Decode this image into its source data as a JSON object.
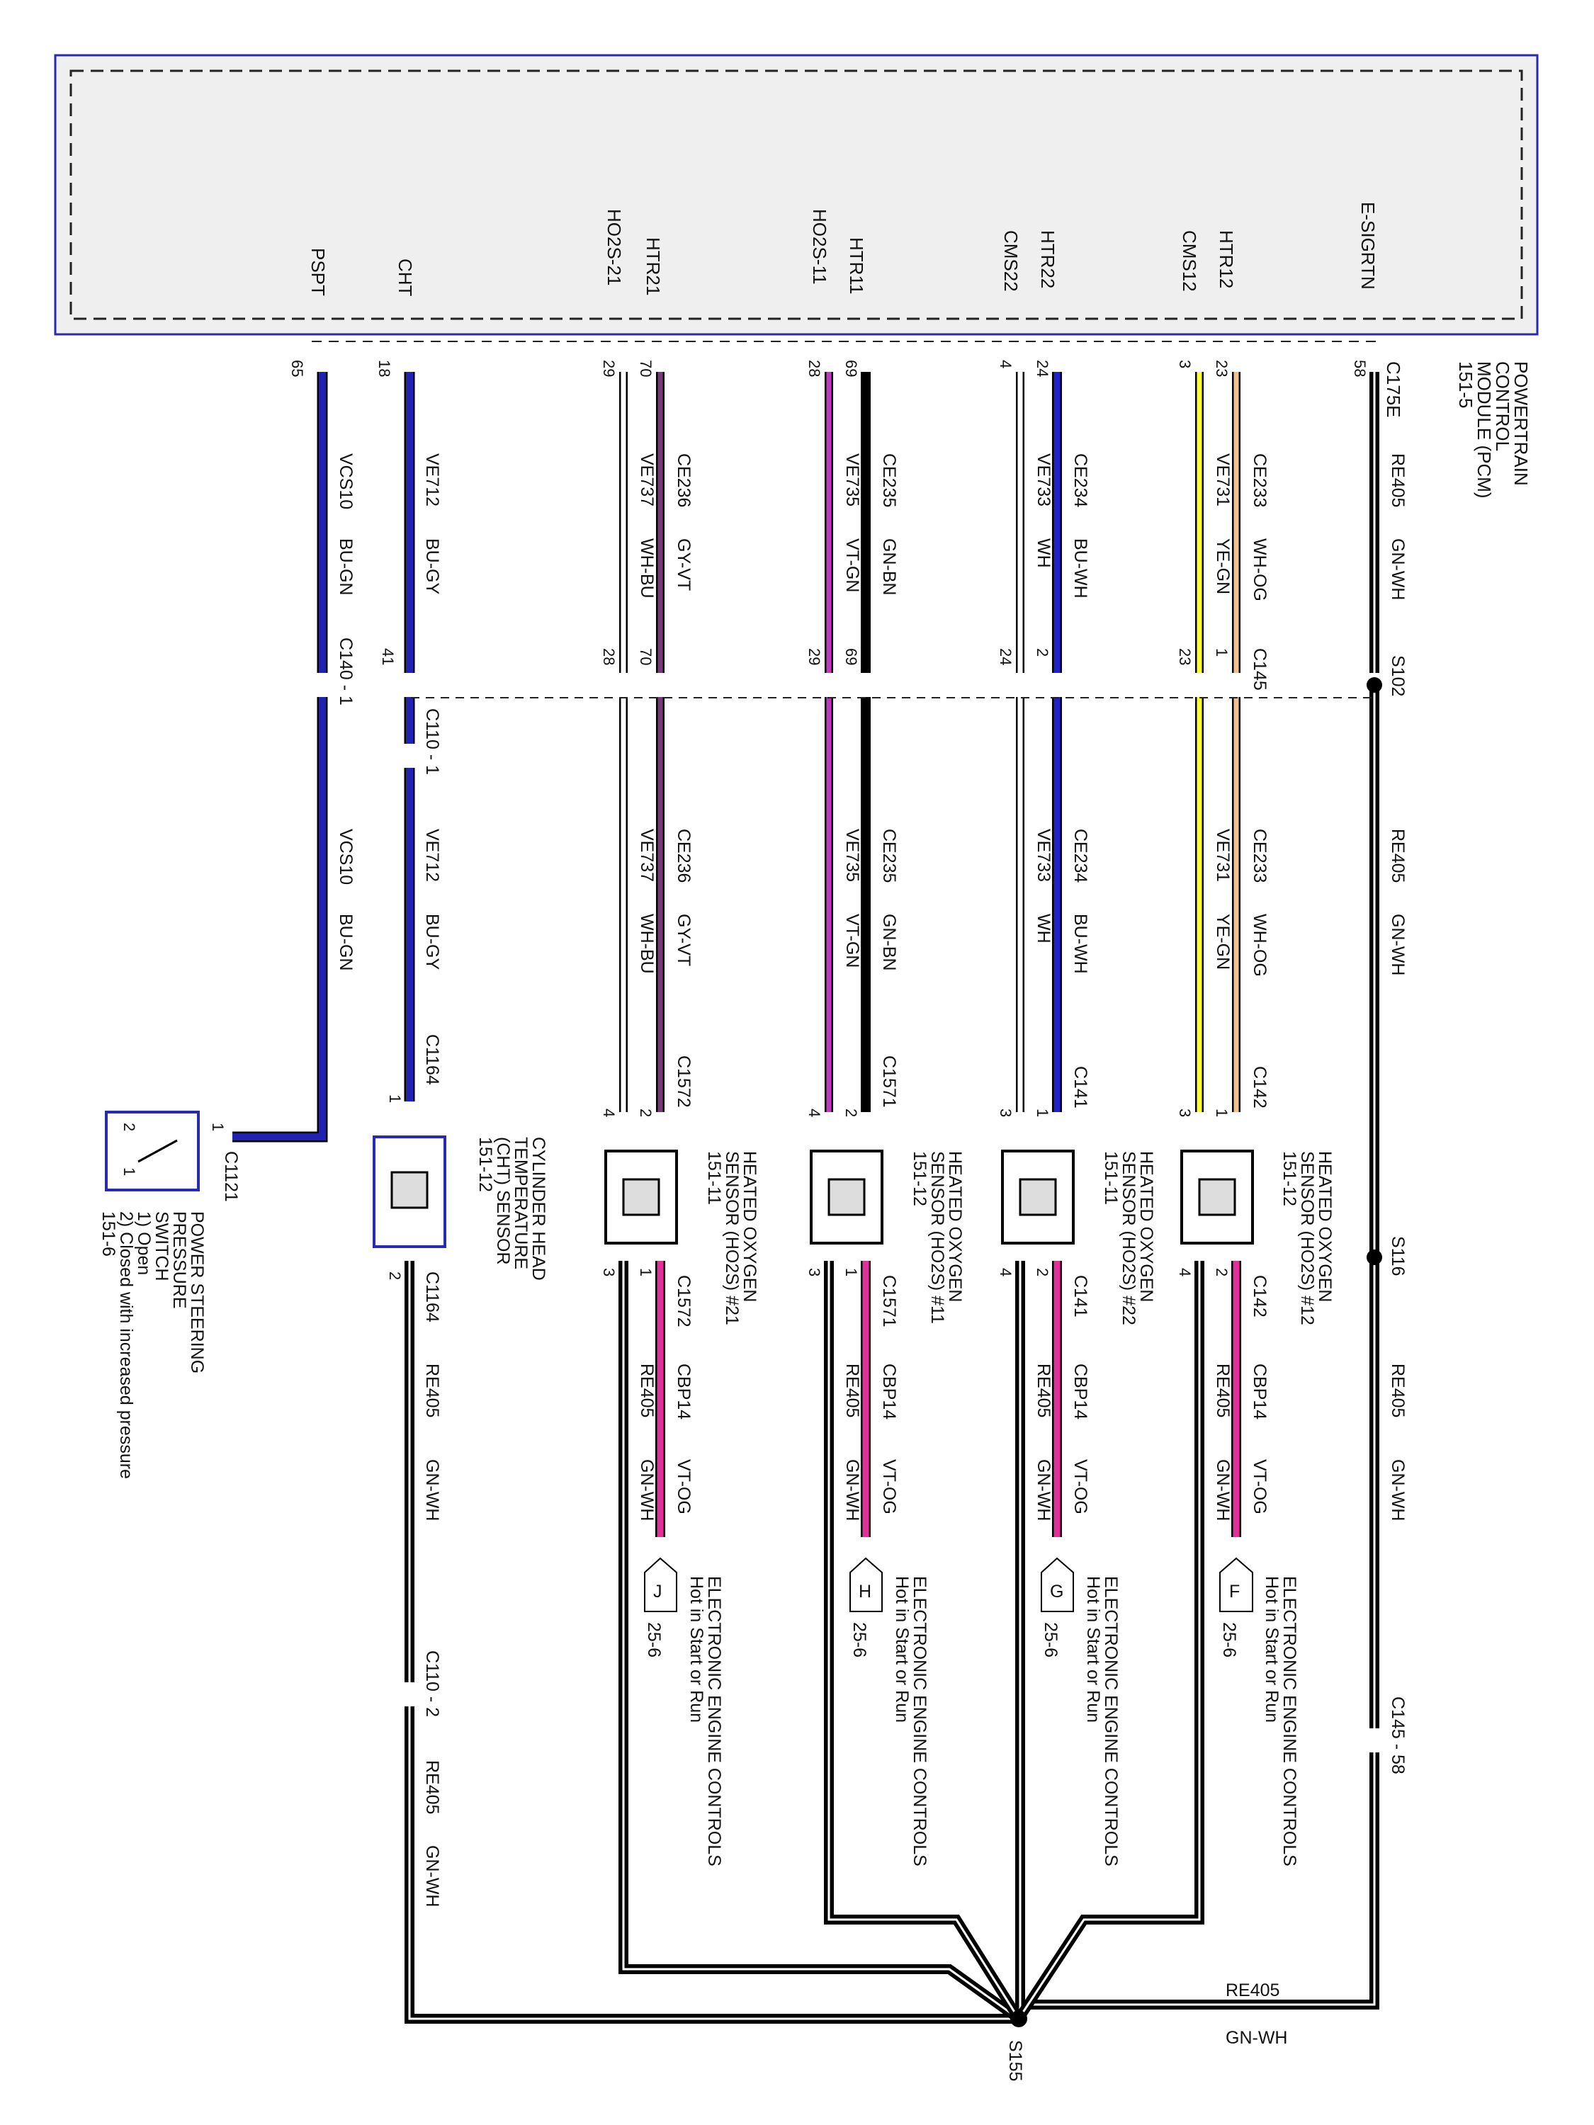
{
  "pcm": {
    "label_lines": [
      "POWERTRAIN",
      "CONTROL",
      "MODULE (PCM)",
      "151-5"
    ],
    "connector": "C175E",
    "signals": {
      "pspt": "PSPT",
      "cht": "CHT",
      "ho2s21": "HO2S-21",
      "htr21": "HTR21",
      "ho2s11": "HO2S-11",
      "htr11": "HTR11",
      "cms22": "CMS22",
      "htr22": "HTR22",
      "cms12": "CMS12",
      "htr12": "HTR12",
      "esigrtn": "E-SIGRTN"
    },
    "pins": {
      "pspt": "65",
      "cht": "18",
      "ho2s21": "29",
      "htr21": "70",
      "ho2s11": "28",
      "htr11": "69",
      "cms22": "4",
      "htr22": "24",
      "cms12": "3",
      "htr12": "23",
      "esigrtn": "58"
    }
  },
  "wires": {
    "vcs10": {
      "circuit": "VCS10",
      "color": "BU-GN",
      "hex": "#2222b0"
    },
    "ve712": {
      "circuit": "VE712",
      "color": "BU-GY",
      "hex": "#2222b0"
    },
    "ve737": {
      "circuit": "VE737",
      "color": "WH-BU",
      "hex": "#ffffff"
    },
    "ce236": {
      "circuit": "CE236",
      "color": "GY-VT",
      "hex": "#7a3a7a"
    },
    "ve735": {
      "circuit": "VE735",
      "color": "VT-GN",
      "hex": "#c03ac0"
    },
    "ce235": {
      "circuit": "CE235",
      "color": "GN-BN",
      "hex": "#111111"
    },
    "ve733": {
      "circuit": "VE733",
      "color": "WH",
      "hex": "#ffffff"
    },
    "ce234": {
      "circuit": "CE234",
      "color": "BU-WH",
      "hex": "#2222c8"
    },
    "ve731": {
      "circuit": "VE731",
      "color": "YE-GN",
      "hex": "#ffff33"
    },
    "ce233": {
      "circuit": "CE233",
      "color": "WH-OG",
      "hex": "#f0c090"
    },
    "re405": {
      "circuit": "RE405",
      "color": "GN-WH",
      "hex": "#111111"
    },
    "cbp14": {
      "circuit": "CBP14",
      "color": "VT-OG",
      "hex": "#e0309a"
    }
  },
  "connectors": {
    "c140": "C140 - 1",
    "c110a": "C110 - 1",
    "c110b": "C110 - 2",
    "c145": "C145",
    "c145b": "C145 - 58",
    "c1164a": "C1164",
    "c1164b": "C1164",
    "c1572": "C1572",
    "c1571": "C1571",
    "c141": "C141",
    "c142": "C142",
    "c1121": "C1121"
  },
  "splices": {
    "s102": "S102",
    "s116": "S116",
    "s155": "S155"
  },
  "pins_mid": {
    "c140": "1",
    "c140_41": "41",
    "c145_28": "28",
    "c145_70": "70",
    "c145_29": "29",
    "c145_69": "69",
    "c145_24": "24",
    "c145_2": "2",
    "c145_23": "23",
    "c145_1": "1"
  },
  "components": {
    "ho2s21": {
      "lines": [
        "HEATED OXYGEN",
        "SENSOR (HO2S) #21",
        "151-11"
      ]
    },
    "ho2s11": {
      "lines": [
        "HEATED OXYGEN",
        "SENSOR (HO2S) #11",
        "151-12"
      ]
    },
    "ho2s22": {
      "lines": [
        "HEATED OXYGEN",
        "SENSOR (HO2S) #22",
        "151-11"
      ]
    },
    "ho2s12": {
      "lines": [
        "HEATED OXYGEN",
        "SENSOR (HO2S) #12",
        "151-12"
      ]
    },
    "cht": {
      "lines": [
        "CYLINDER HEAD",
        "TEMPERATURE",
        "(CHT) SENSOR",
        "151-12"
      ]
    },
    "psps": {
      "lines": [
        "POWER STEERING",
        "PRESSURE",
        "SWITCH",
        "1) Open",
        "2) Closed with increased pressure",
        "151-6"
      ]
    }
  },
  "power_refs": {
    "j": {
      "letter": "J",
      "lines": [
        "ELECTRONIC ENGINE CONTROLS",
        "Hot in Start or Run"
      ],
      "page": "25-6"
    },
    "h": {
      "letter": "H",
      "lines": [
        "ELECTRONIC ENGINE CONTROLS",
        "Hot in Start or Run"
      ],
      "page": "25-6"
    },
    "g": {
      "letter": "G",
      "lines": [
        "ELECTRONIC ENGINE CONTROLS",
        "Hot in Start or Run"
      ],
      "page": "25-6"
    },
    "f": {
      "letter": "F",
      "lines": [
        "ELECTRONIC ENGINE CONTROLS",
        "Hot in Start or Run"
      ],
      "page": "25-6"
    }
  },
  "sensor_pins": {
    "top": {
      "a": "4",
      "b": "2",
      "c": "1"
    },
    "bottom": {
      "a": "3",
      "b": "1"
    },
    "cht_top": "1",
    "cht_bottom": "2",
    "switch": {
      "one": "1",
      "two": "2",
      "b1": "1"
    }
  }
}
